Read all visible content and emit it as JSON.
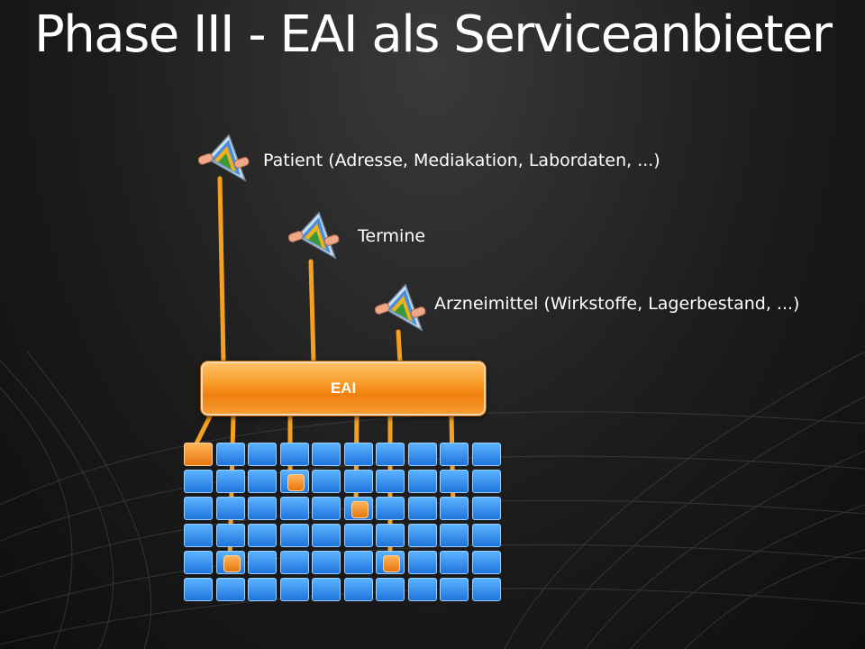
{
  "slide": {
    "title": "Phase III - EAI als Serviceanbieter"
  },
  "services": [
    {
      "label": "Patient (Adresse, Mediakation, Labordaten, ...)",
      "icon": "service-interface-icon"
    },
    {
      "label": "Termine",
      "icon": "service-interface-icon"
    },
    {
      "label": "Arzneimittel (Wirkstoffe, Lagerbestand, ...)",
      "icon": "service-interface-icon"
    }
  ],
  "eai": {
    "label": "EAI"
  },
  "colors": {
    "connector": "#f5a021",
    "eai_orange": "#f39320",
    "module_blue": "#2f8ff0",
    "module_highlight": "#f08a1c"
  },
  "module_grid": {
    "rows": 6,
    "columns": 10,
    "highlighted_cells": [
      [
        0,
        0
      ],
      [
        1,
        3
      ],
      [
        2,
        5
      ],
      [
        4,
        1
      ],
      [
        4,
        6
      ]
    ],
    "connected_cells": [
      [
        0,
        0
      ],
      [
        1,
        3
      ],
      [
        2,
        5
      ],
      [
        2,
        8
      ],
      [
        4,
        1
      ],
      [
        4,
        6
      ]
    ]
  }
}
